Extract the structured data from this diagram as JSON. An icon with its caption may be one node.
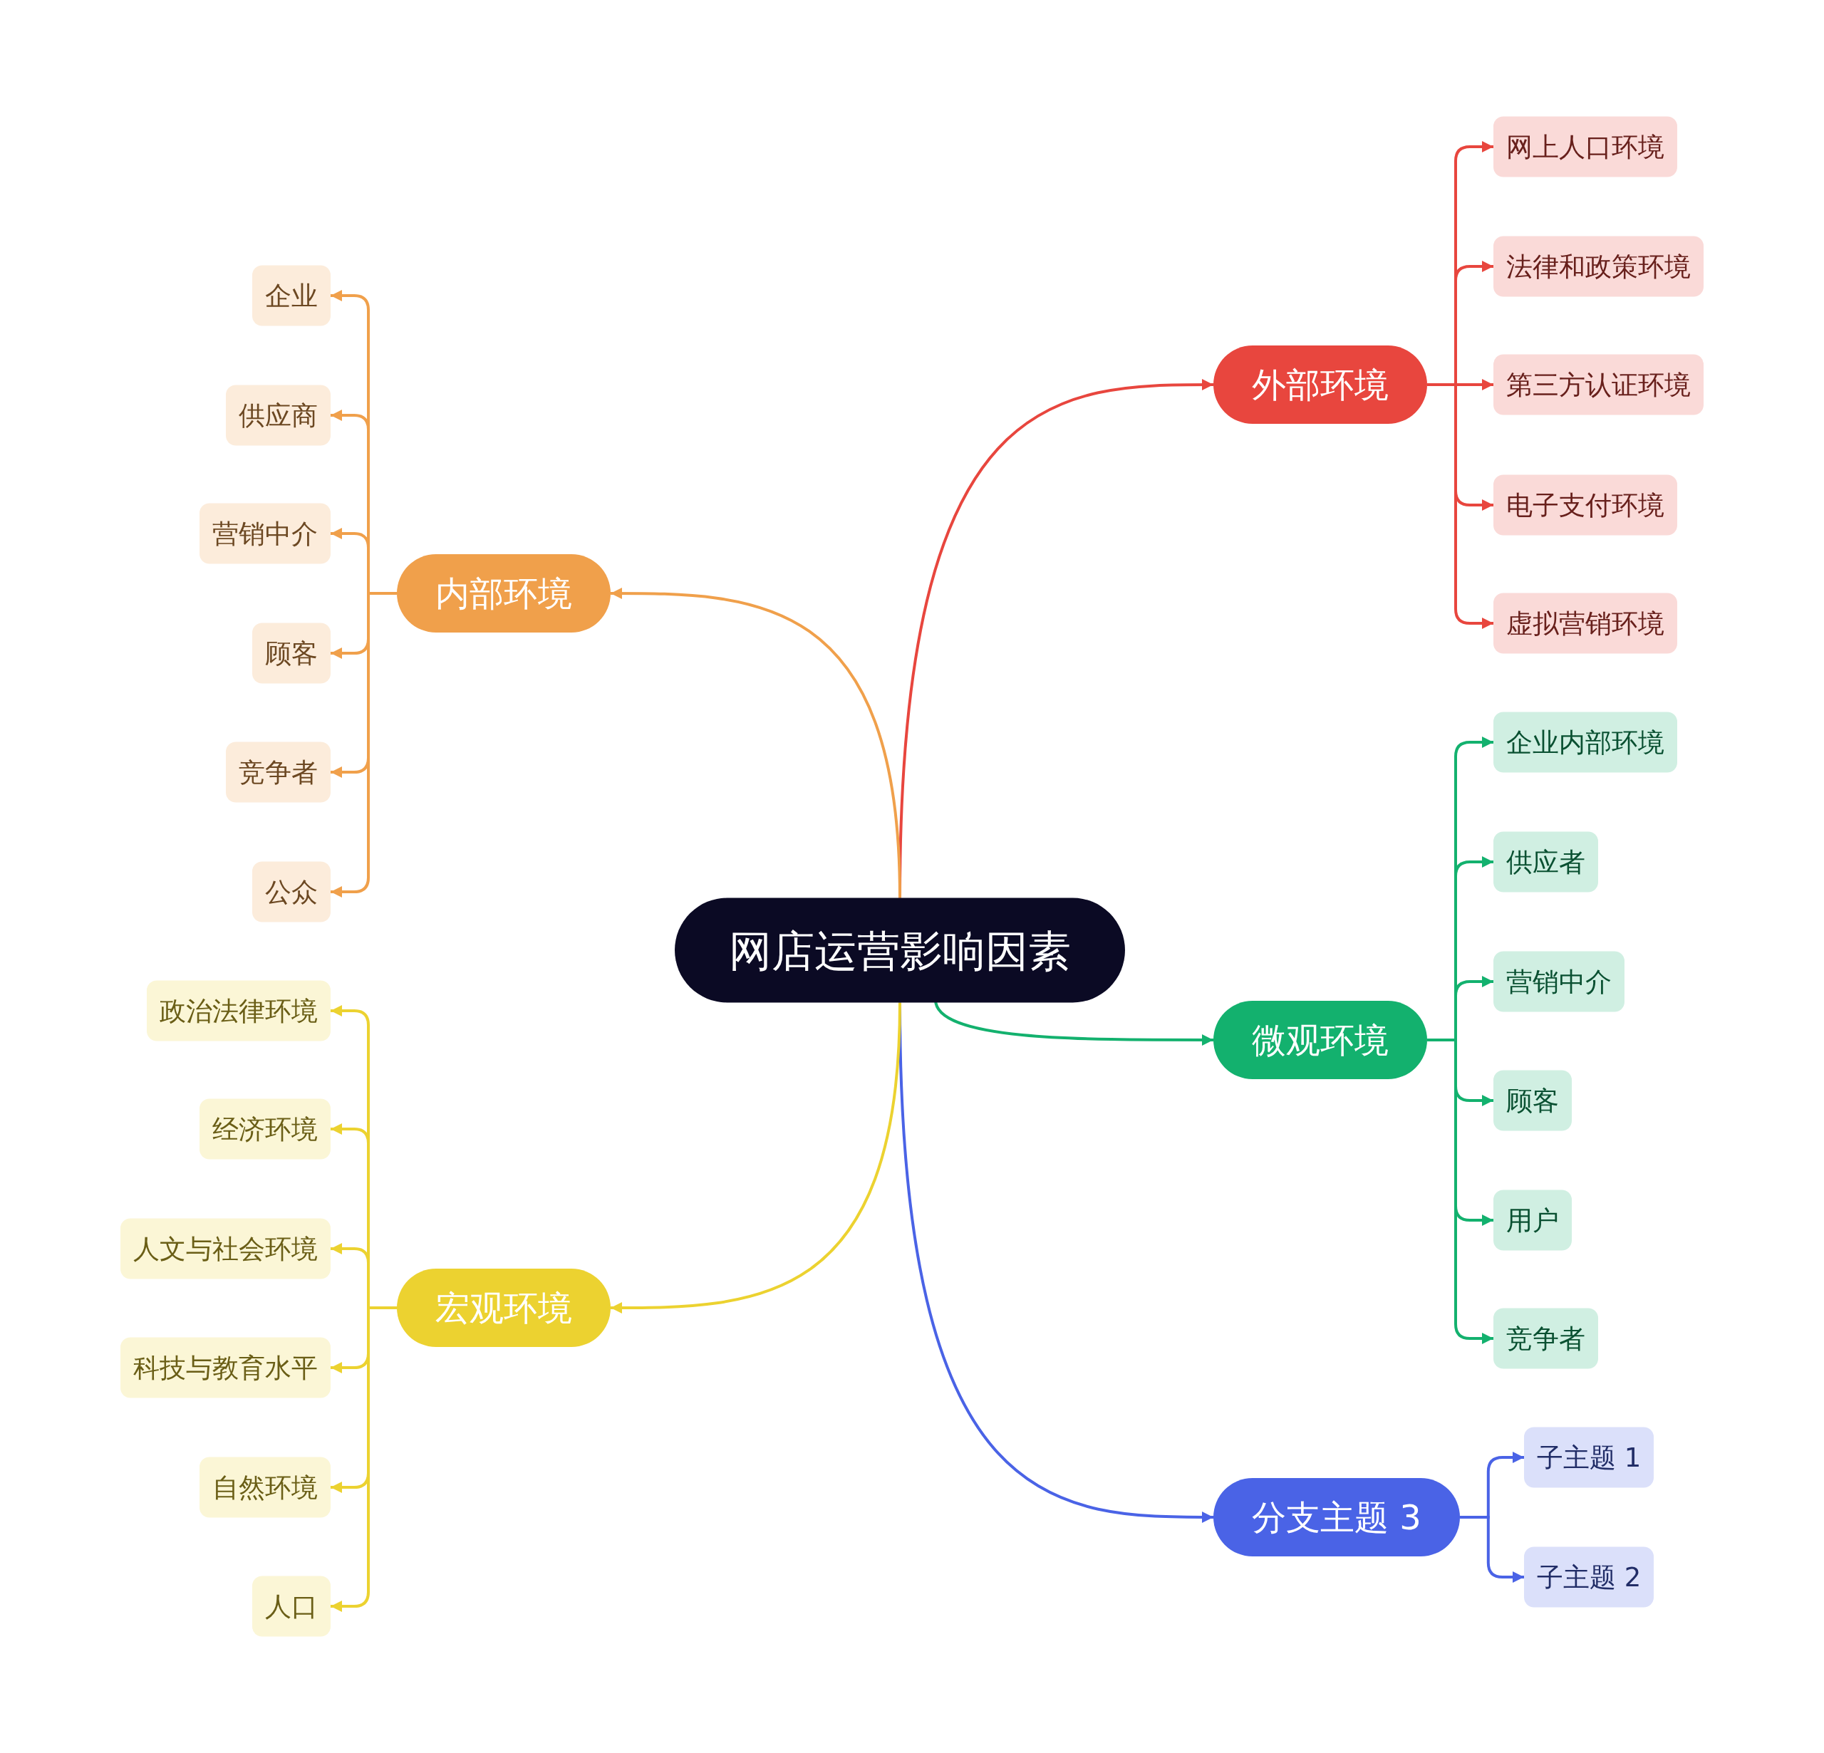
{
  "diagram": {
    "nodes": [
      {
        "text": [
          "网店运营影响因素"
        ]
      },
      {
        "text": [
          "外部环境"
        ]
      },
      {
        "text": [
          "网上人口环境"
        ]
      },
      {
        "text": [
          "法律和政策环境"
        ]
      },
      {
        "text": [
          "第三方认证环境"
        ]
      },
      {
        "text": [
          "电子支付环境"
        ]
      },
      {
        "text": [
          "虚拟营销环境"
        ]
      },
      {
        "text": [
          "微观环境"
        ]
      },
      {
        "text": [
          "企业内部环境"
        ]
      },
      {
        "text": [
          "供应者"
        ]
      },
      {
        "text": [
          "营销中介"
        ]
      },
      {
        "text": [
          "顾客"
        ]
      },
      {
        "text": [
          "用户"
        ]
      },
      {
        "text": [
          "竞争者"
        ]
      },
      {
        "text": [
          "分支主题 3"
        ]
      },
      {
        "text": [
          "子主题 1"
        ]
      },
      {
        "text": [
          "子主题 2"
        ]
      },
      {
        "text": [
          "内部环境"
        ]
      },
      {
        "text": [
          "企业"
        ]
      },
      {
        "text": [
          "供应商"
        ]
      },
      {
        "text": [
          "营销中介"
        ]
      },
      {
        "text": [
          "顾客"
        ]
      },
      {
        "text": [
          "竞争者"
        ]
      },
      {
        "text": [
          "公众"
        ]
      },
      {
        "text": [
          "宏观环境"
        ]
      },
      {
        "text": [
          "政治法律环境"
        ]
      },
      {
        "text": [
          "经济环境"
        ]
      },
      {
        "text": [
          "人文与社会环境"
        ]
      },
      {
        "text": [
          "科技与教育水平"
        ]
      },
      {
        "text": [
          "自然环境"
        ]
      },
      {
        "text": [
          "人口"
        ]
      }
    ],
    "edges": [
      {
        "from": 0,
        "to": 1,
        "arrow": "to",
        "color": "#e8463e"
      },
      {
        "from": 1,
        "to": 2,
        "arrow": "to",
        "color": "#e8463e"
      },
      {
        "from": 1,
        "to": 3,
        "arrow": "to",
        "color": "#e8463e"
      },
      {
        "from": 1,
        "to": 4,
        "arrow": "to",
        "color": "#e8463e"
      },
      {
        "from": 1,
        "to": 5,
        "arrow": "to",
        "color": "#e8463e"
      },
      {
        "from": 1,
        "to": 6,
        "arrow": "to",
        "color": "#e8463e"
      },
      {
        "from": 0,
        "to": 7,
        "arrow": "to",
        "color": "#13b16e"
      },
      {
        "from": 7,
        "to": 8,
        "arrow": "to",
        "color": "#13b16e"
      },
      {
        "from": 7,
        "to": 9,
        "arrow": "to",
        "color": "#13b16e"
      },
      {
        "from": 7,
        "to": 10,
        "arrow": "to",
        "color": "#13b16e"
      },
      {
        "from": 7,
        "to": 11,
        "arrow": "to",
        "color": "#13b16e"
      },
      {
        "from": 7,
        "to": 12,
        "arrow": "to",
        "color": "#13b16e"
      },
      {
        "from": 7,
        "to": 13,
        "arrow": "to",
        "color": "#13b16e"
      },
      {
        "from": 0,
        "to": 14,
        "arrow": "to",
        "color": "#4a63e6"
      },
      {
        "from": 14,
        "to": 15,
        "arrow": "to",
        "color": "#4a63e6"
      },
      {
        "from": 14,
        "to": 16,
        "arrow": "to",
        "color": "#4a63e6"
      },
      {
        "from": 0,
        "to": 17,
        "arrow": "to",
        "color": "#f0a04b"
      },
      {
        "from": 17,
        "to": 18,
        "arrow": "to",
        "color": "#f0a04b"
      },
      {
        "from": 17,
        "to": 19,
        "arrow": "to",
        "color": "#f0a04b"
      },
      {
        "from": 17,
        "to": 20,
        "arrow": "to",
        "color": "#f0a04b"
      },
      {
        "from": 17,
        "to": 21,
        "arrow": "to",
        "color": "#f0a04b"
      },
      {
        "from": 17,
        "to": 22,
        "arrow": "to",
        "color": "#f0a04b"
      },
      {
        "from": 17,
        "to": 23,
        "arrow": "to",
        "color": "#f0a04b"
      },
      {
        "from": 0,
        "to": 24,
        "arrow": "to",
        "color": "#ecd230"
      },
      {
        "from": 24,
        "to": 25,
        "arrow": "to",
        "color": "#ecd230"
      },
      {
        "from": 24,
        "to": 26,
        "arrow": "to",
        "color": "#ecd230"
      },
      {
        "from": 24,
        "to": 27,
        "arrow": "to",
        "color": "#ecd230"
      },
      {
        "from": 24,
        "to": 28,
        "arrow": "to",
        "color": "#ecd230"
      },
      {
        "from": 24,
        "to": 29,
        "arrow": "to",
        "color": "#ecd230"
      },
      {
        "from": 24,
        "to": 30,
        "arrow": "to",
        "color": "#ecd230"
      }
    ]
  }
}
